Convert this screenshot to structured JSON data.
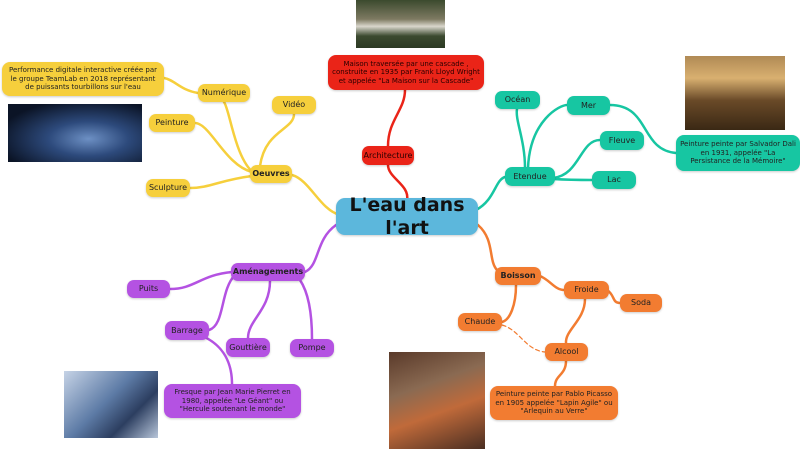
{
  "central": {
    "label": "L'eau dans l'art",
    "color": "#5cb7dc"
  },
  "architecture": {
    "label": "Architecture",
    "description": "Maison traversée par une cascade , construite en 1935 par Frank Lloyd Wright et appelée \"La Maison sur la Cascade\"",
    "color": "#ea2418"
  },
  "oeuvres": {
    "label": "Oeuvres",
    "children": [
      "Numérique",
      "Vidéo",
      "Peinture",
      "Sculpture"
    ],
    "description": "Performance digitale interactive créée par le groupe TeamLab en 2018 représentant de puissants tourbillons sur l'eau",
    "color": "#f6cf3c"
  },
  "etendue": {
    "label": "Etendue",
    "children": [
      "Océan",
      "Mer",
      "Fleuve",
      "Lac"
    ],
    "description": "Peinture peinte par Salvador Dali en 1931, appelée \"La Persistance de la Mémoire\"",
    "color": "#17c6a2"
  },
  "amenagements": {
    "label": "Aménagements",
    "children": [
      "Puits",
      "Barrage",
      "Gouttière",
      "Pompe"
    ],
    "description": "Fresque par Jean Marie Pierret en 1980, appelée \"Le Géant\" ou \"Hercule soutenant le monde\"",
    "color": "#b452e2"
  },
  "boisson": {
    "label": "Boisson",
    "children": [
      "Froide",
      "Soda",
      "Chaude",
      "Alcool"
    ],
    "description": "Peinture peinte par Pablo Picasso en 1905 appelée \"Lapin Agile\" ou \"Arlequin au Verre\"",
    "color": "#f27c31"
  }
}
